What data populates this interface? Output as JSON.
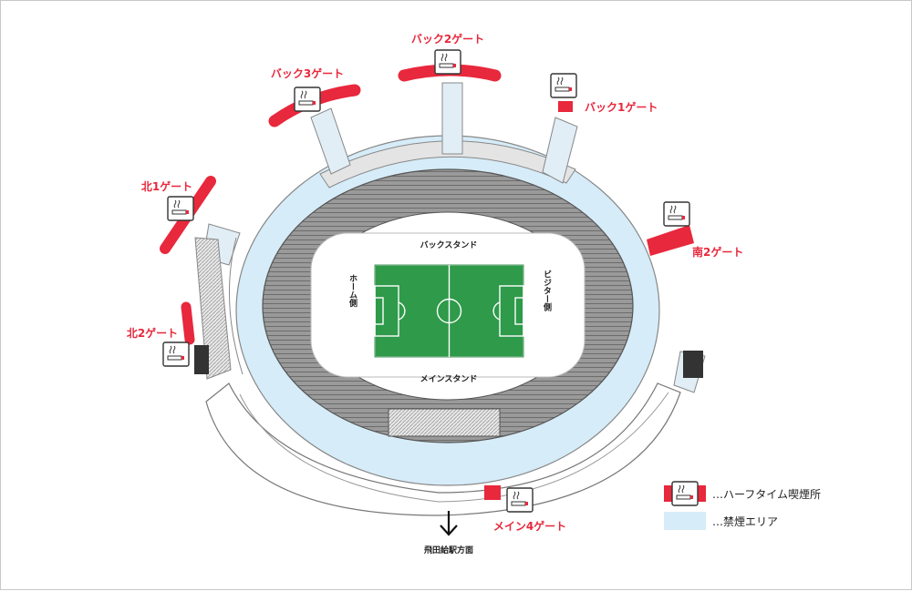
{
  "colors": {
    "gate_red": "#e8283c",
    "no_smoking_blue": "#d6ecf8",
    "pitch_green": "#2e9a4a",
    "seat_gray": "#8a8a8a",
    "structure_gray": "#b4b4b4"
  },
  "gates": {
    "back2": "バック2ゲート",
    "back3": "バック3ゲート",
    "back1": "バック1ゲート",
    "north1": "北1ゲート",
    "south2": "南2ゲート",
    "north2": "北2ゲート",
    "main4": "メイン4ゲート"
  },
  "stands": {
    "back": "バックスタンド",
    "main": "メインスタンド",
    "home": "ホーム側",
    "visitor": "ビジター側"
  },
  "direction": {
    "icon": "down-arrow-icon",
    "label": "飛田給駅方面"
  },
  "legend": {
    "smoking": "…ハーフタイム喫煙所",
    "no_smoking": "…禁煙エリア"
  },
  "icons": {
    "smoking": "cigarette-icon",
    "arrow": "down-arrow-icon"
  }
}
